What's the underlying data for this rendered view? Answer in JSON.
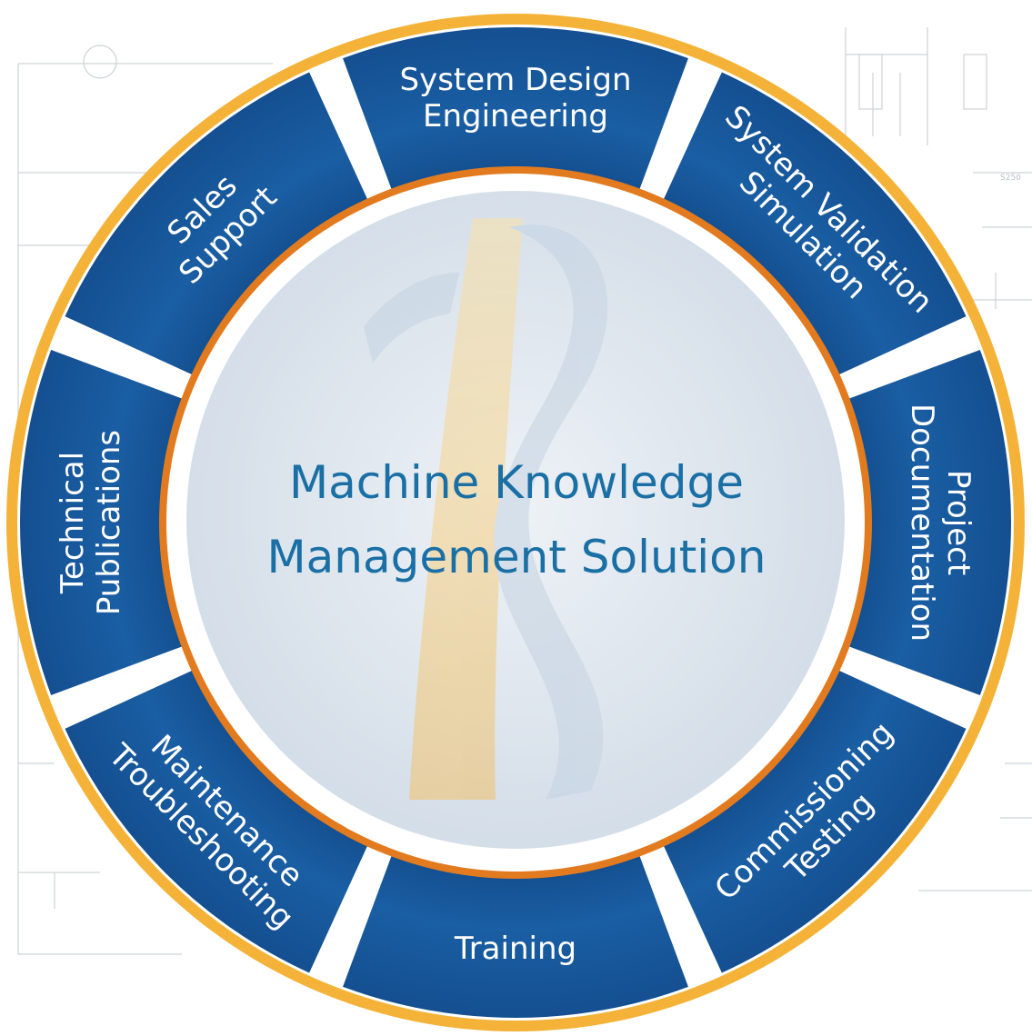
{
  "diagram": {
    "center": {
      "lines": [
        "Machine Knowledge",
        "Management Solution"
      ]
    },
    "watermark_letters": "AS",
    "segments": [
      {
        "id": "system-design",
        "lines": [
          "System Design",
          "Engineering"
        ]
      },
      {
        "id": "system-validation",
        "lines": [
          "System Validation",
          "Simulation"
        ]
      },
      {
        "id": "project-documentation",
        "lines": [
          "Project",
          "Documentation"
        ]
      },
      {
        "id": "commissioning-testing",
        "lines": [
          "Commissioning",
          "Testing"
        ]
      },
      {
        "id": "training",
        "lines": [
          "Training"
        ]
      },
      {
        "id": "maintenance-troubleshooting",
        "lines": [
          "Maintenance",
          "Troubleshooting"
        ]
      },
      {
        "id": "technical-publications",
        "lines": [
          "Technical",
          "Publications"
        ]
      },
      {
        "id": "sales-support",
        "lines": [
          "Sales",
          "Support"
        ]
      }
    ],
    "background_label": "S250"
  },
  "colors": {
    "segment_blue_light": "#1e63a8",
    "segment_blue_dark": "#0d3d78",
    "gold_rim": "#f3b43a",
    "orange_inner": "#e07a1f",
    "center_fill": "#dde5ee",
    "text_blue": "#1a6fa5",
    "watermark_gold": "#f5d79a"
  }
}
